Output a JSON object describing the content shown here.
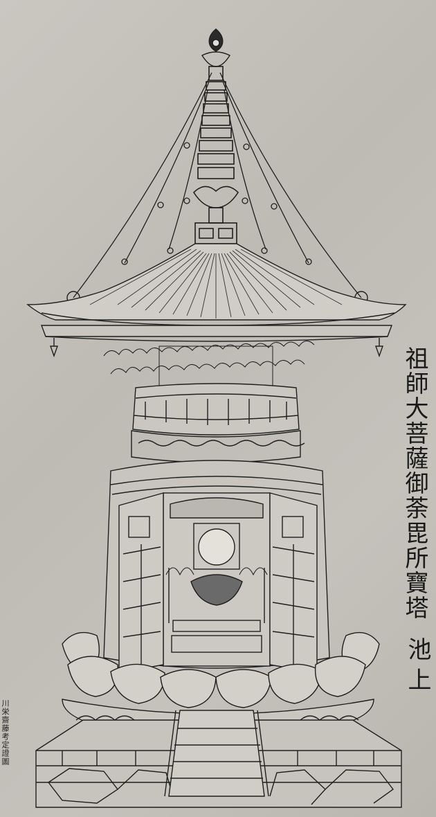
{
  "title": "祖師大菩薩御荼毘所寶塔",
  "location": "池上",
  "credit": "川栄齋藤考定證圖",
  "colors": {
    "paper": "#c5c3bc",
    "ink": "#1f1f1f",
    "ink_light": "#4a4a4a"
  }
}
